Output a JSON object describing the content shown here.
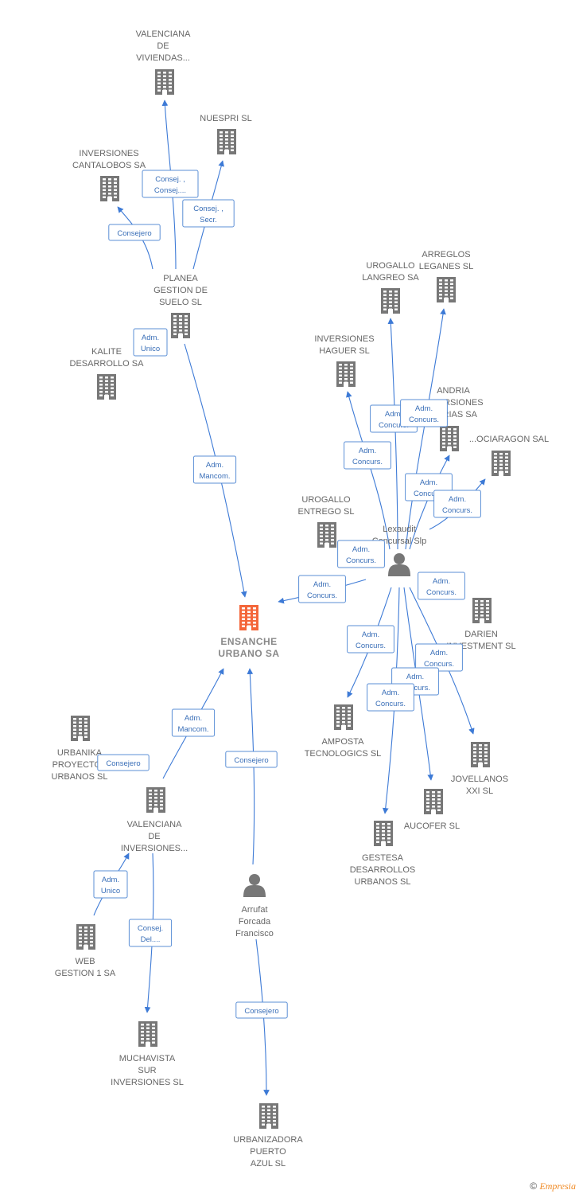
{
  "colors": {
    "edge": "#3d7ad6",
    "company": "#777777",
    "main": "#f4663a",
    "person": "#777777",
    "box_border": "#5b8fd6"
  },
  "nodes": [
    {
      "id": "valenciana_viviendas",
      "type": "company",
      "label": [
        "VALENCIANA",
        "DE",
        "VIVIENDAS..."
      ]
    },
    {
      "id": "nuespri",
      "type": "company",
      "label": [
        "NUESPRI SL"
      ]
    },
    {
      "id": "cantalobos",
      "type": "company",
      "label": [
        "INVERSIONES",
        "CANTALOBOS SA"
      ]
    },
    {
      "id": "planea",
      "type": "company",
      "label": [
        "PLANEA",
        "GESTION DE",
        "SUELO SL"
      ]
    },
    {
      "id": "kalite",
      "type": "company",
      "label": [
        "KALITE",
        "DESARROLLO SA"
      ]
    },
    {
      "id": "ensanche",
      "type": "main",
      "label": [
        "ENSANCHE",
        "URBANO SA"
      ]
    },
    {
      "id": "urogallo_langreo",
      "type": "company",
      "label": [
        "UROGALLO",
        "LANGREO SA"
      ]
    },
    {
      "id": "arreglos",
      "type": "company",
      "label": [
        "ARREGLOS",
        "LEGANES SL"
      ]
    },
    {
      "id": "haguer",
      "type": "company",
      "label": [
        "INVERSIONES",
        "HAGUER SL"
      ]
    },
    {
      "id": "andria",
      "type": "company",
      "label": [
        "ANDRIA",
        "INVERSIONES",
        "...ARIAS SA"
      ]
    },
    {
      "id": "ociaragon",
      "type": "company",
      "label": [
        "...OCIARAGON SAL"
      ]
    },
    {
      "id": "urogallo_entrego",
      "type": "company",
      "label": [
        "UROGALLO",
        "ENTREGO SL"
      ]
    },
    {
      "id": "lexaudit",
      "type": "person",
      "label": [
        "Lexaudit",
        "Concursal Slp"
      ]
    },
    {
      "id": "darien",
      "type": "company",
      "label": [
        "DARIEN",
        "INVESTMENT SL"
      ]
    },
    {
      "id": "amposta",
      "type": "company",
      "label": [
        "AMPOSTA",
        "TECNOLOGICS SL"
      ]
    },
    {
      "id": "jovellanos",
      "type": "company",
      "label": [
        "JOVELLANOS",
        "XXI SL"
      ]
    },
    {
      "id": "aucofer",
      "type": "company",
      "label": [
        "AUCOFER SL"
      ]
    },
    {
      "id": "gestesa",
      "type": "company",
      "label": [
        "GESTESA",
        "DESARROLLOS",
        "URBANOS SL"
      ]
    },
    {
      "id": "urbanika",
      "type": "company",
      "label": [
        "URBANIKA",
        "PROYECTOS",
        "URBANOS SL"
      ]
    },
    {
      "id": "valenciana_inversiones",
      "type": "company",
      "label": [
        "VALENCIANA",
        "DE",
        "INVERSIONES..."
      ]
    },
    {
      "id": "web_gestion",
      "type": "company",
      "label": [
        "WEB",
        "GESTION 1 SA"
      ]
    },
    {
      "id": "arrufat",
      "type": "person",
      "label": [
        "Arrufat",
        "Forcada",
        "Francisco"
      ]
    },
    {
      "id": "muchavista",
      "type": "company",
      "label": [
        "MUCHAVISTA",
        "SUR",
        "INVERSIONES SL"
      ]
    },
    {
      "id": "urbanizadora",
      "type": "company",
      "label": [
        "URBANIZADORA",
        "PUERTO",
        "AZUL SL"
      ]
    }
  ],
  "edges": [
    {
      "from": "planea",
      "to": "valenciana_viviendas",
      "label": [
        "Consej. ,",
        "Consej...."
      ]
    },
    {
      "from": "planea",
      "to": "nuespri",
      "label": [
        "Consej. ,",
        "Secr."
      ]
    },
    {
      "from": "planea",
      "to": "cantalobos",
      "label": [
        "Consejero"
      ]
    },
    {
      "from": "planea",
      "to": "kalite",
      "label": [
        "Adm.",
        "Unico"
      ]
    },
    {
      "from": "planea",
      "to": "ensanche",
      "label": [
        "Adm.",
        "Mancom."
      ]
    },
    {
      "from": "lexaudit",
      "to": "urogallo_langreo",
      "label": [
        "Adm.",
        "Concurs."
      ]
    },
    {
      "from": "lexaudit",
      "to": "arreglos",
      "label": [
        "Adm.",
        "Concurs."
      ]
    },
    {
      "from": "lexaudit",
      "to": "haguer",
      "label": [
        "Adm.",
        "Concurs."
      ]
    },
    {
      "from": "lexaudit",
      "to": "andria",
      "label": [
        "Adm.",
        "Concurs."
      ]
    },
    {
      "from": "lexaudit",
      "to": "ociaragon",
      "label": [
        "Adm.",
        "Concurs."
      ]
    },
    {
      "from": "lexaudit",
      "to": "urogallo_entrego",
      "label": [
        "Adm.",
        "Concurs."
      ]
    },
    {
      "from": "lexaudit",
      "to": "ensanche",
      "label": [
        "Adm.",
        "Concurs."
      ]
    },
    {
      "from": "lexaudit",
      "to": "darien",
      "label": [
        "Adm.",
        "Concurs."
      ]
    },
    {
      "from": "lexaudit",
      "to": "amposta",
      "label": [
        "Adm.",
        "Concurs."
      ]
    },
    {
      "from": "lexaudit",
      "to": "jovellanos",
      "label": [
        "Adm.",
        "Concurs."
      ]
    },
    {
      "from": "lexaudit",
      "to": "aucofer",
      "label": [
        "Adm.",
        "Concurs."
      ]
    },
    {
      "from": "lexaudit",
      "to": "gestesa",
      "label": [
        "Adm.",
        "Concurs."
      ]
    },
    {
      "from": "valenciana_inversiones",
      "to": "ensanche",
      "label": [
        "Adm.",
        "Mancom."
      ]
    },
    {
      "from": "valenciana_inversiones",
      "to": "urbanika",
      "label": [
        "Consejero"
      ]
    },
    {
      "from": "web_gestion",
      "to": "valenciana_inversiones",
      "label": [
        "Adm.",
        "Unico"
      ]
    },
    {
      "from": "valenciana_inversiones",
      "to": "muchavista",
      "label": [
        "Consej.",
        "Del...."
      ]
    },
    {
      "from": "arrufat",
      "to": "ensanche",
      "label": [
        "Consejero"
      ]
    },
    {
      "from": "arrufat",
      "to": "urbanizadora",
      "label": [
        "Consejero"
      ]
    }
  ],
  "footer": {
    "symbol": "©",
    "brand": "Empresia"
  }
}
